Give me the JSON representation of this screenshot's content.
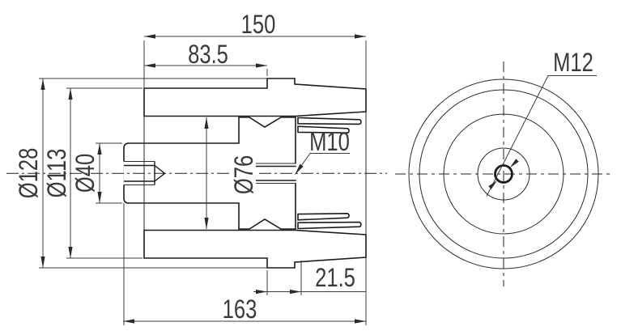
{
  "drawing_type": "mechanical sectional drawing of insulator bushing",
  "section_view": {
    "dims": {
      "length_top": "150",
      "length_shoulder": "83.5",
      "dia_outer": "Ø128",
      "dia_body": "Ø113",
      "dia_insert": "Ø40",
      "dia_bore": "Ø76",
      "thread_right": "M10",
      "ring_width": "21.5",
      "length_overall": "163"
    }
  },
  "end_view": {
    "thread_center": "M12"
  },
  "colors": {
    "line": "#1b1b1b",
    "dimension": "#3c3c3c",
    "background": "#ffffff"
  }
}
